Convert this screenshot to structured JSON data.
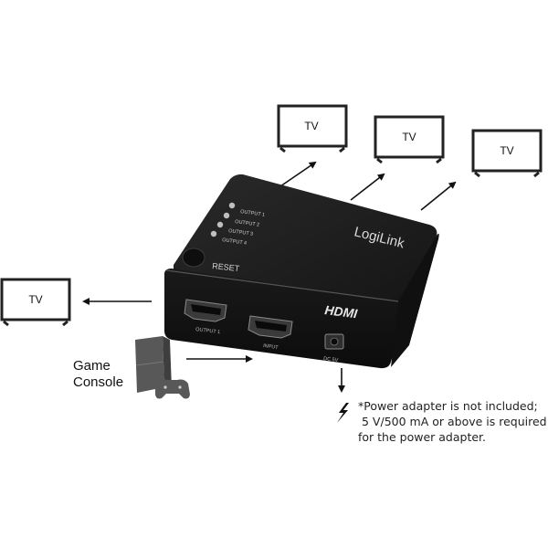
{
  "tv_labels": [
    "TV",
    "TV",
    "TV",
    "TV"
  ],
  "device": {
    "brand": "LogiLink",
    "hdmi_logo": "HDMI",
    "reset_label": "RESET",
    "led_labels": [
      "OUTPUT 1",
      "OUTPUT 2",
      "OUTPUT 3",
      "OUTPUT 4"
    ],
    "port_labels": [
      "OUTPUT 1",
      "INPUT",
      "DC 5V"
    ]
  },
  "console": {
    "label_line1": "Game",
    "label_line2": "Console",
    "icon": "game-console-icon"
  },
  "power": {
    "icon": "lightning-icon",
    "note_line1": "*Power adapter is not included;",
    "note_line2": "5 V/500 mA or above is required",
    "note_line3": "for the power adapter."
  },
  "colors": {
    "device_body": "#1b1b1b",
    "led": "#bfbfbf",
    "arrow": "#111111"
  }
}
